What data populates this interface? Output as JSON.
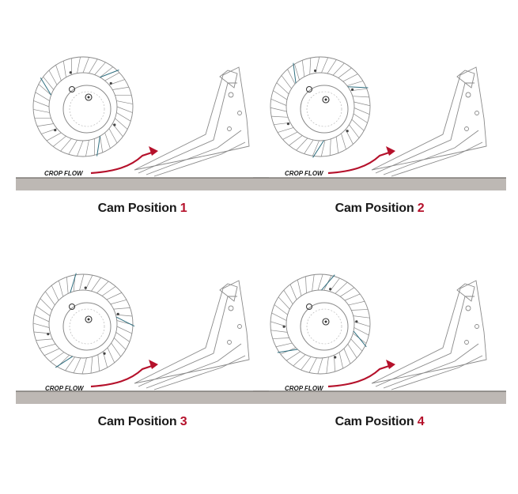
{
  "panels": [
    {
      "caption_prefix": "Cam Position ",
      "caption_number": "1",
      "flow_label": "CROP FLOW"
    },
    {
      "caption_prefix": "Cam Position ",
      "caption_number": "2",
      "flow_label": "CROP FLOW"
    },
    {
      "caption_prefix": "Cam Position ",
      "caption_number": "3",
      "flow_label": "CROP FLOW"
    },
    {
      "caption_prefix": "Cam Position ",
      "caption_number": "4",
      "flow_label": "CROP FLOW"
    }
  ],
  "colors": {
    "accent_red": "#b5112b",
    "line_gray": "#8a8a8a",
    "ground_gray": "#bdb8b4",
    "tine_teal": "#2f6f80"
  }
}
